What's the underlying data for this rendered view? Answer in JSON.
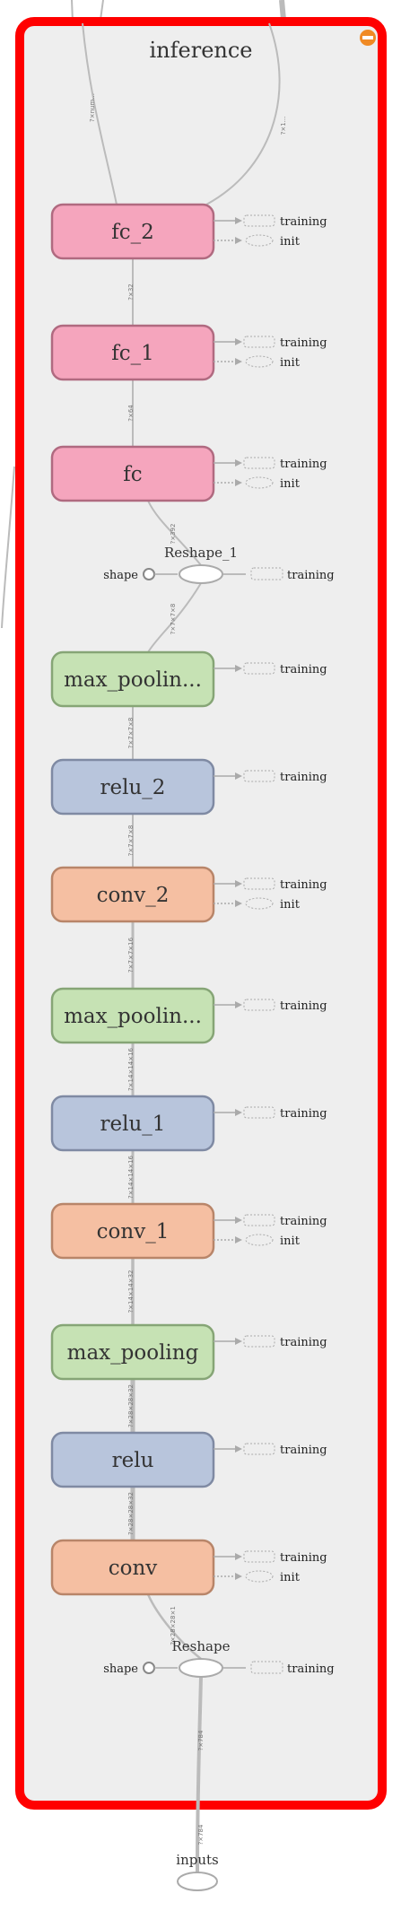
{
  "graph": {
    "title": "inference",
    "colors": {
      "container_border": "#ff0000",
      "container_fill": "#eeeeee",
      "fc": "#f5a5bd",
      "fc_stroke": "#b06a80",
      "conv": "#f5bfa2",
      "conv_stroke": "#b88569",
      "relu": "#b8c5dc",
      "relu_stroke": "#7f8aa3",
      "pool": "#c6e2b4",
      "pool_stroke": "#86a576",
      "edge": "#bbbbbb",
      "collapse_icon": "#f08a24"
    },
    "nodes": [
      {
        "id": "fc_2",
        "label": "fc_2",
        "type": "fc",
        "aux": [
          "training",
          "init"
        ]
      },
      {
        "id": "fc_1",
        "label": "fc_1",
        "type": "fc",
        "aux": [
          "training",
          "init"
        ]
      },
      {
        "id": "fc",
        "label": "fc",
        "type": "fc",
        "aux": [
          "training",
          "init"
        ]
      },
      {
        "id": "max_pooling_2",
        "label": "max_poolin...",
        "type": "pool",
        "aux": [
          "training"
        ]
      },
      {
        "id": "relu_2",
        "label": "relu_2",
        "type": "relu",
        "aux": [
          "training"
        ]
      },
      {
        "id": "conv_2",
        "label": "conv_2",
        "type": "conv",
        "aux": [
          "training",
          "init"
        ]
      },
      {
        "id": "max_pooling_1",
        "label": "max_poolin...",
        "type": "pool",
        "aux": [
          "training"
        ]
      },
      {
        "id": "relu_1",
        "label": "relu_1",
        "type": "relu",
        "aux": [
          "training"
        ]
      },
      {
        "id": "conv_1",
        "label": "conv_1",
        "type": "conv",
        "aux": [
          "training",
          "init"
        ]
      },
      {
        "id": "max_pooling",
        "label": "max_pooling",
        "type": "pool",
        "aux": [
          "training"
        ]
      },
      {
        "id": "relu",
        "label": "relu",
        "type": "relu",
        "aux": [
          "training"
        ]
      },
      {
        "id": "conv",
        "label": "conv",
        "type": "conv",
        "aux": [
          "training",
          "init"
        ]
      }
    ],
    "reshape_1": {
      "label": "Reshape_1",
      "input_label": "shape",
      "aux": "training"
    },
    "reshape": {
      "label": "Reshape",
      "input_label": "shape",
      "aux": "training"
    },
    "inputs": {
      "label": "inputs"
    },
    "edge_labels": {
      "fc_2_out_left": "?×num...",
      "fc_2_out_right": "?×1...",
      "fc_1_fc_2": "?×32",
      "fc_fc_1": "?×64",
      "reshape_1_fc": "?×392",
      "pool2_reshape_1": "?×7×7×8",
      "relu2_pool2": "?×7×7×8",
      "conv2_relu2": "?×7×7×8",
      "pool1_conv2": "?×7×7×16",
      "relu1_pool1": "?×14×14×16",
      "conv1_relu1": "?×14×14×16",
      "pool_conv1": "?×14×14×32",
      "relu_pool": "?×28×28×32",
      "conv_relu": "?×28×28×32",
      "reshape_conv": "?×28×28×1",
      "inputs_reshape": "?×784",
      "inputs_stub": "?×784"
    }
  }
}
